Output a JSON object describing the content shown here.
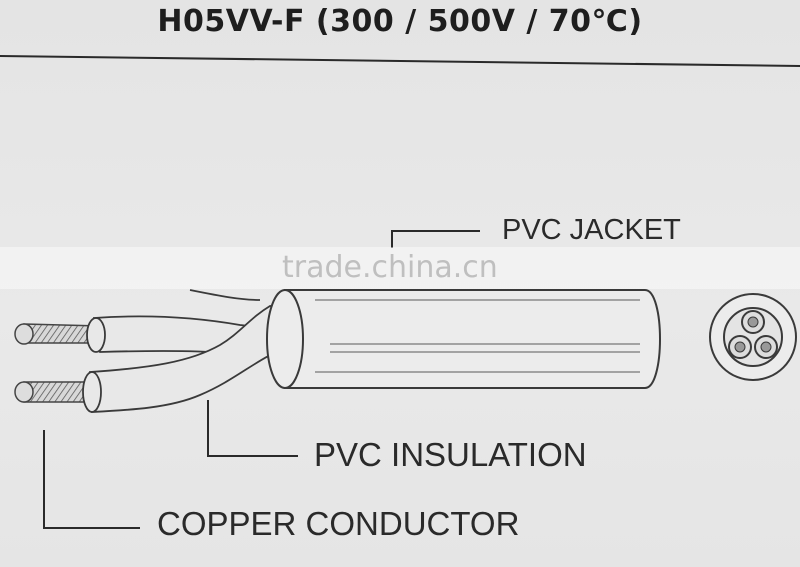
{
  "title": "H05VV-F (300 / 500V / 70℃)",
  "labels": {
    "jacket": "PVC JACKET",
    "insulation": "PVC INSULATION",
    "conductor": "COPPER CONDUCTOR"
  },
  "watermark": "trade.china.cn",
  "colors": {
    "background": "#e6e6e6",
    "line": "#3a3a3a",
    "text": "#2a2a2a"
  }
}
